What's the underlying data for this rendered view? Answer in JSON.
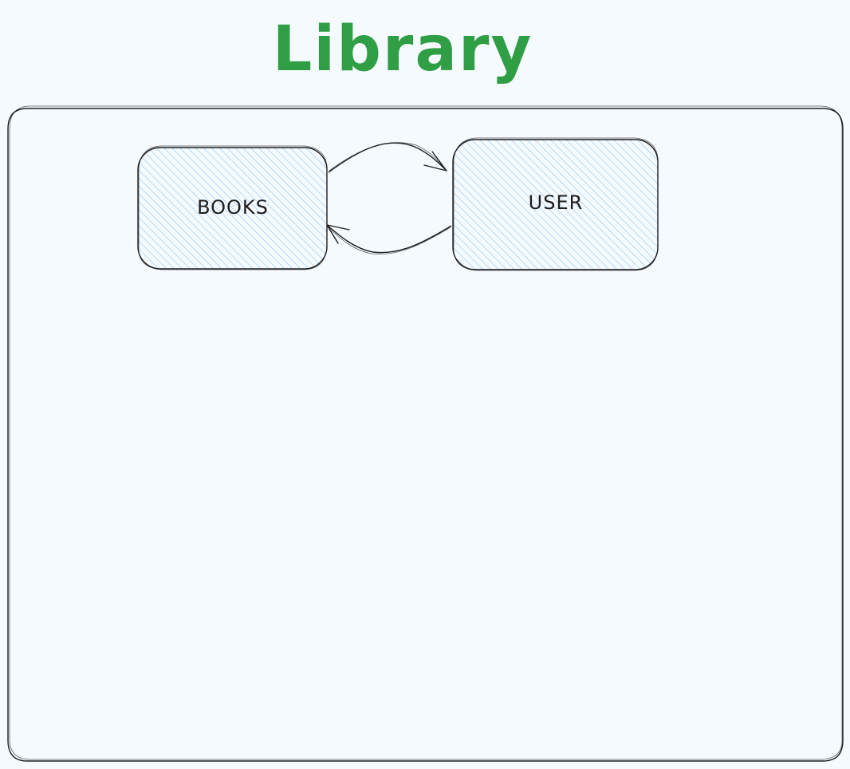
{
  "diagram": {
    "title": "Library",
    "nodes": {
      "books": {
        "label": "BOOKS"
      },
      "user": {
        "label": "USER"
      }
    },
    "edges": [
      {
        "from": "books",
        "to": "user"
      },
      {
        "from": "user",
        "to": "books"
      }
    ]
  },
  "colors": {
    "background": "#f5faff",
    "title": "#2f9e44",
    "stroke": "#1e1e1e",
    "node_fill": "#a5d8ff",
    "hatch": "#8ec5f0"
  }
}
